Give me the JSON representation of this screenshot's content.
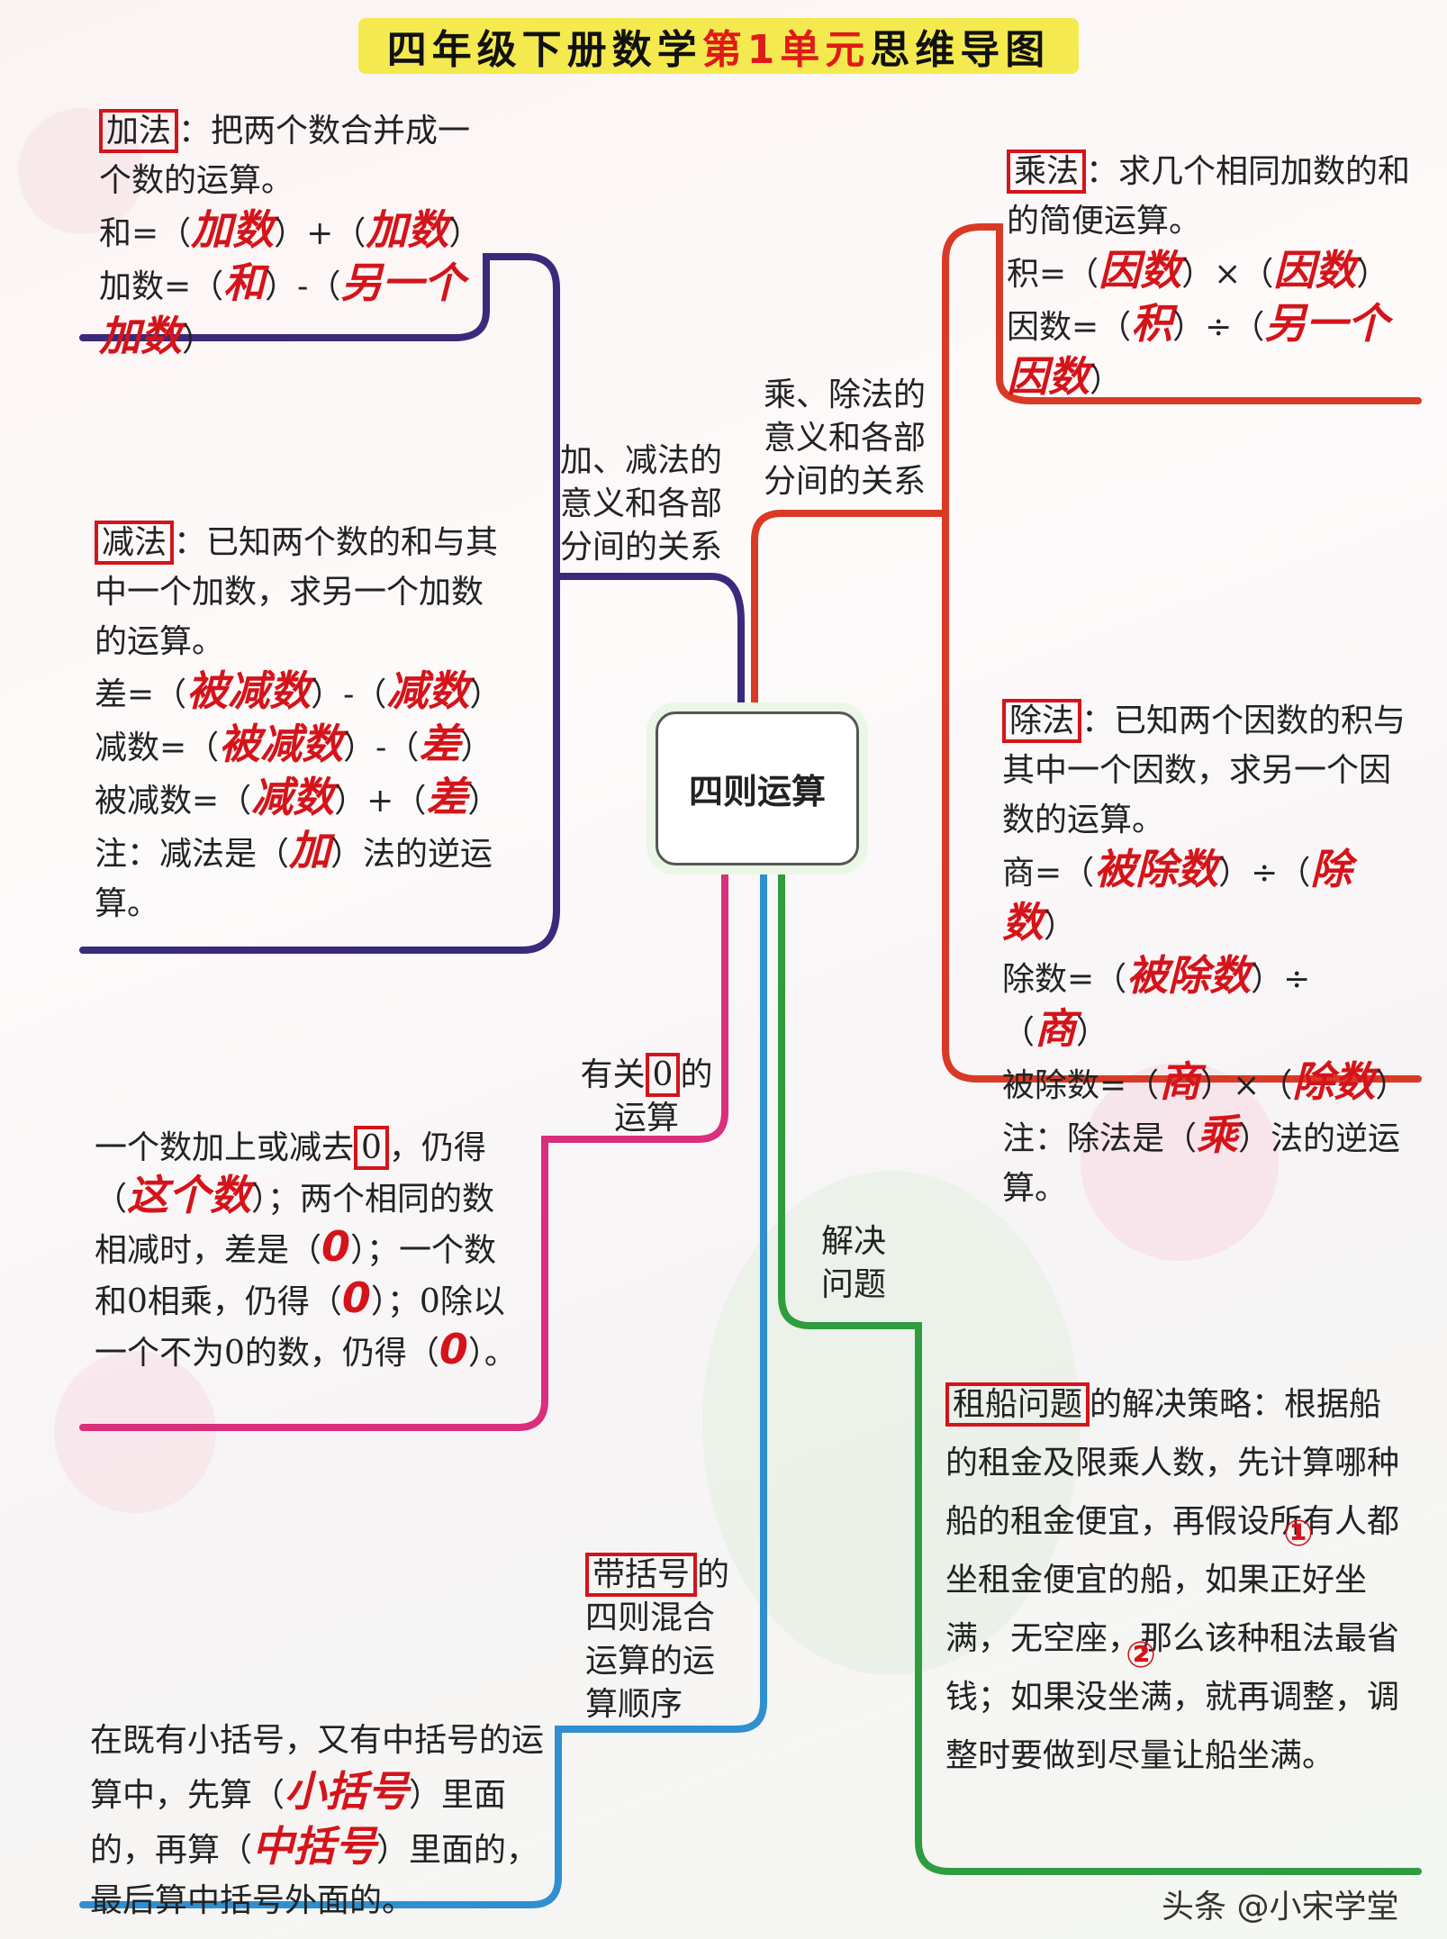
{
  "title": {
    "part1": "四年级下册数学",
    "part2": "第1单元",
    "part3": "思维导图"
  },
  "center": "四则运算",
  "branches": {
    "add_sub": "加、减法的意义和各部分间的关系",
    "mul_div": "乘、除法的意义和各部分间的关系",
    "zero": {
      "label_pre": "有关",
      "label_box": "0",
      "label_post": "的运算"
    },
    "solve": "解决问题",
    "brackets": {
      "box": "带括号",
      "rest": "的四则混合运算的运算顺序"
    }
  },
  "addition": {
    "term": "加法",
    "def": "：把两个数合并成一个数的运算。",
    "l1": "和=（",
    "l1a": "加数",
    "l1b": "）+（",
    "l1c": "加数",
    "l1d": "）",
    "l2": "加数=（",
    "l2a": "和",
    "l2b": "）-（",
    "l2c": "另一个",
    "l2d": "加数",
    "l2e": "）"
  },
  "subtraction": {
    "term": "减法",
    "def": "：已知两个数的和与其中一个加数，求另一个加数的运算。",
    "l1": "差=（",
    "l1a": "被减数",
    "l1b": "）-（",
    "l1c": "减数",
    "l1d": "）",
    "l2": "减数=（",
    "l2a": "被减数",
    "l2b": "）-（",
    "l2c": "差",
    "l2d": "）",
    "l3": "被减数=（",
    "l3a": "减数",
    "l3b": "）+（",
    "l3c": "差",
    "l3d": "）",
    "note_a": "注：减法是（",
    "note_b": "加",
    "note_c": "）法的逆运算。"
  },
  "multiplication": {
    "term": "乘法",
    "def": "：求几个相同加数的和的简便运算。",
    "l1": "积=（",
    "l1a": "因数",
    "l1b": "）×（",
    "l1c": "因数",
    "l1d": "）",
    "l2": "因数=（",
    "l2a": "积",
    "l2b": "）÷（",
    "l2c": "另一个",
    "l2d": "因数",
    "l2e": "）"
  },
  "division": {
    "term": "除法",
    "def": "：已知两个因数的积与其中一个因数，求另一个因数的运算。",
    "l1": "商=（",
    "l1a": "被除数",
    "l1b": "）÷（",
    "l1c": "除数",
    "l1d": "）",
    "l2": "除数=（",
    "l2a": "被除数",
    "l2b": "）÷（",
    "l2c": "商",
    "l2d": "）",
    "l3": "被除数=（",
    "l3a": "商",
    "l3b": "）×（",
    "l3c": "除数",
    "l3d": "）",
    "note_a": "注：除法是（",
    "note_b": "乘",
    "note_c": "）法的逆运算。"
  },
  "zero_ops": {
    "a": "一个数加上或减去",
    "a_box": "0",
    "b": "，仍得",
    "c": "（",
    "c_hw": "这个数",
    "d": "）；两个相同的数相减时，差是（",
    "d_hw": "0",
    "e": "）；一个数和0相乘，仍得（",
    "e_hw": "0",
    "f": "）；0除以一个不为0的数，仍得（",
    "f_hw": "0",
    "g": "）。"
  },
  "boat": {
    "box": "租船问题",
    "text": "的解决策略：根据船的租金及限乘人数，先计算哪种船的租金便宜，再假设所有人都坐租金便宜的船，如果正好坐满，无空座，那么该种租法最省钱；如果没坐满，就再调整，调整时要做到尽量让船坐满。",
    "mark1": "①",
    "mark2": "②"
  },
  "bracket_rule": {
    "a": "在既有小括号，又有中括号的运算中，先算（",
    "a_hw": "小括号",
    "b": "）里面的，再算（",
    "b_hw": "中括号",
    "c": "）里面的，最后算中括号外面的。"
  },
  "watermark": "头条 @小宋学堂",
  "colors": {
    "add_sub": "#3a2a7c",
    "mul_div": "#d93a26",
    "zero": "#d92f7c",
    "solve": "#2f9c40",
    "brackets": "#2f8fd0",
    "handwriting": "#d4141a"
  }
}
